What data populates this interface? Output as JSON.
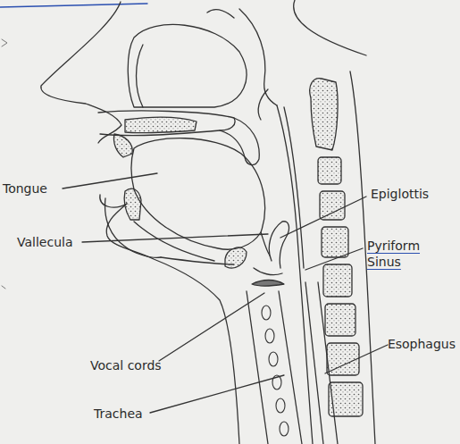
{
  "diagram": {
    "labels": [
      "Tongue",
      "Vallecula",
      "Epiglottis",
      "Pyriform Sinus",
      "Vocal cords",
      "Trachea",
      "Esophagus"
    ]
  }
}
